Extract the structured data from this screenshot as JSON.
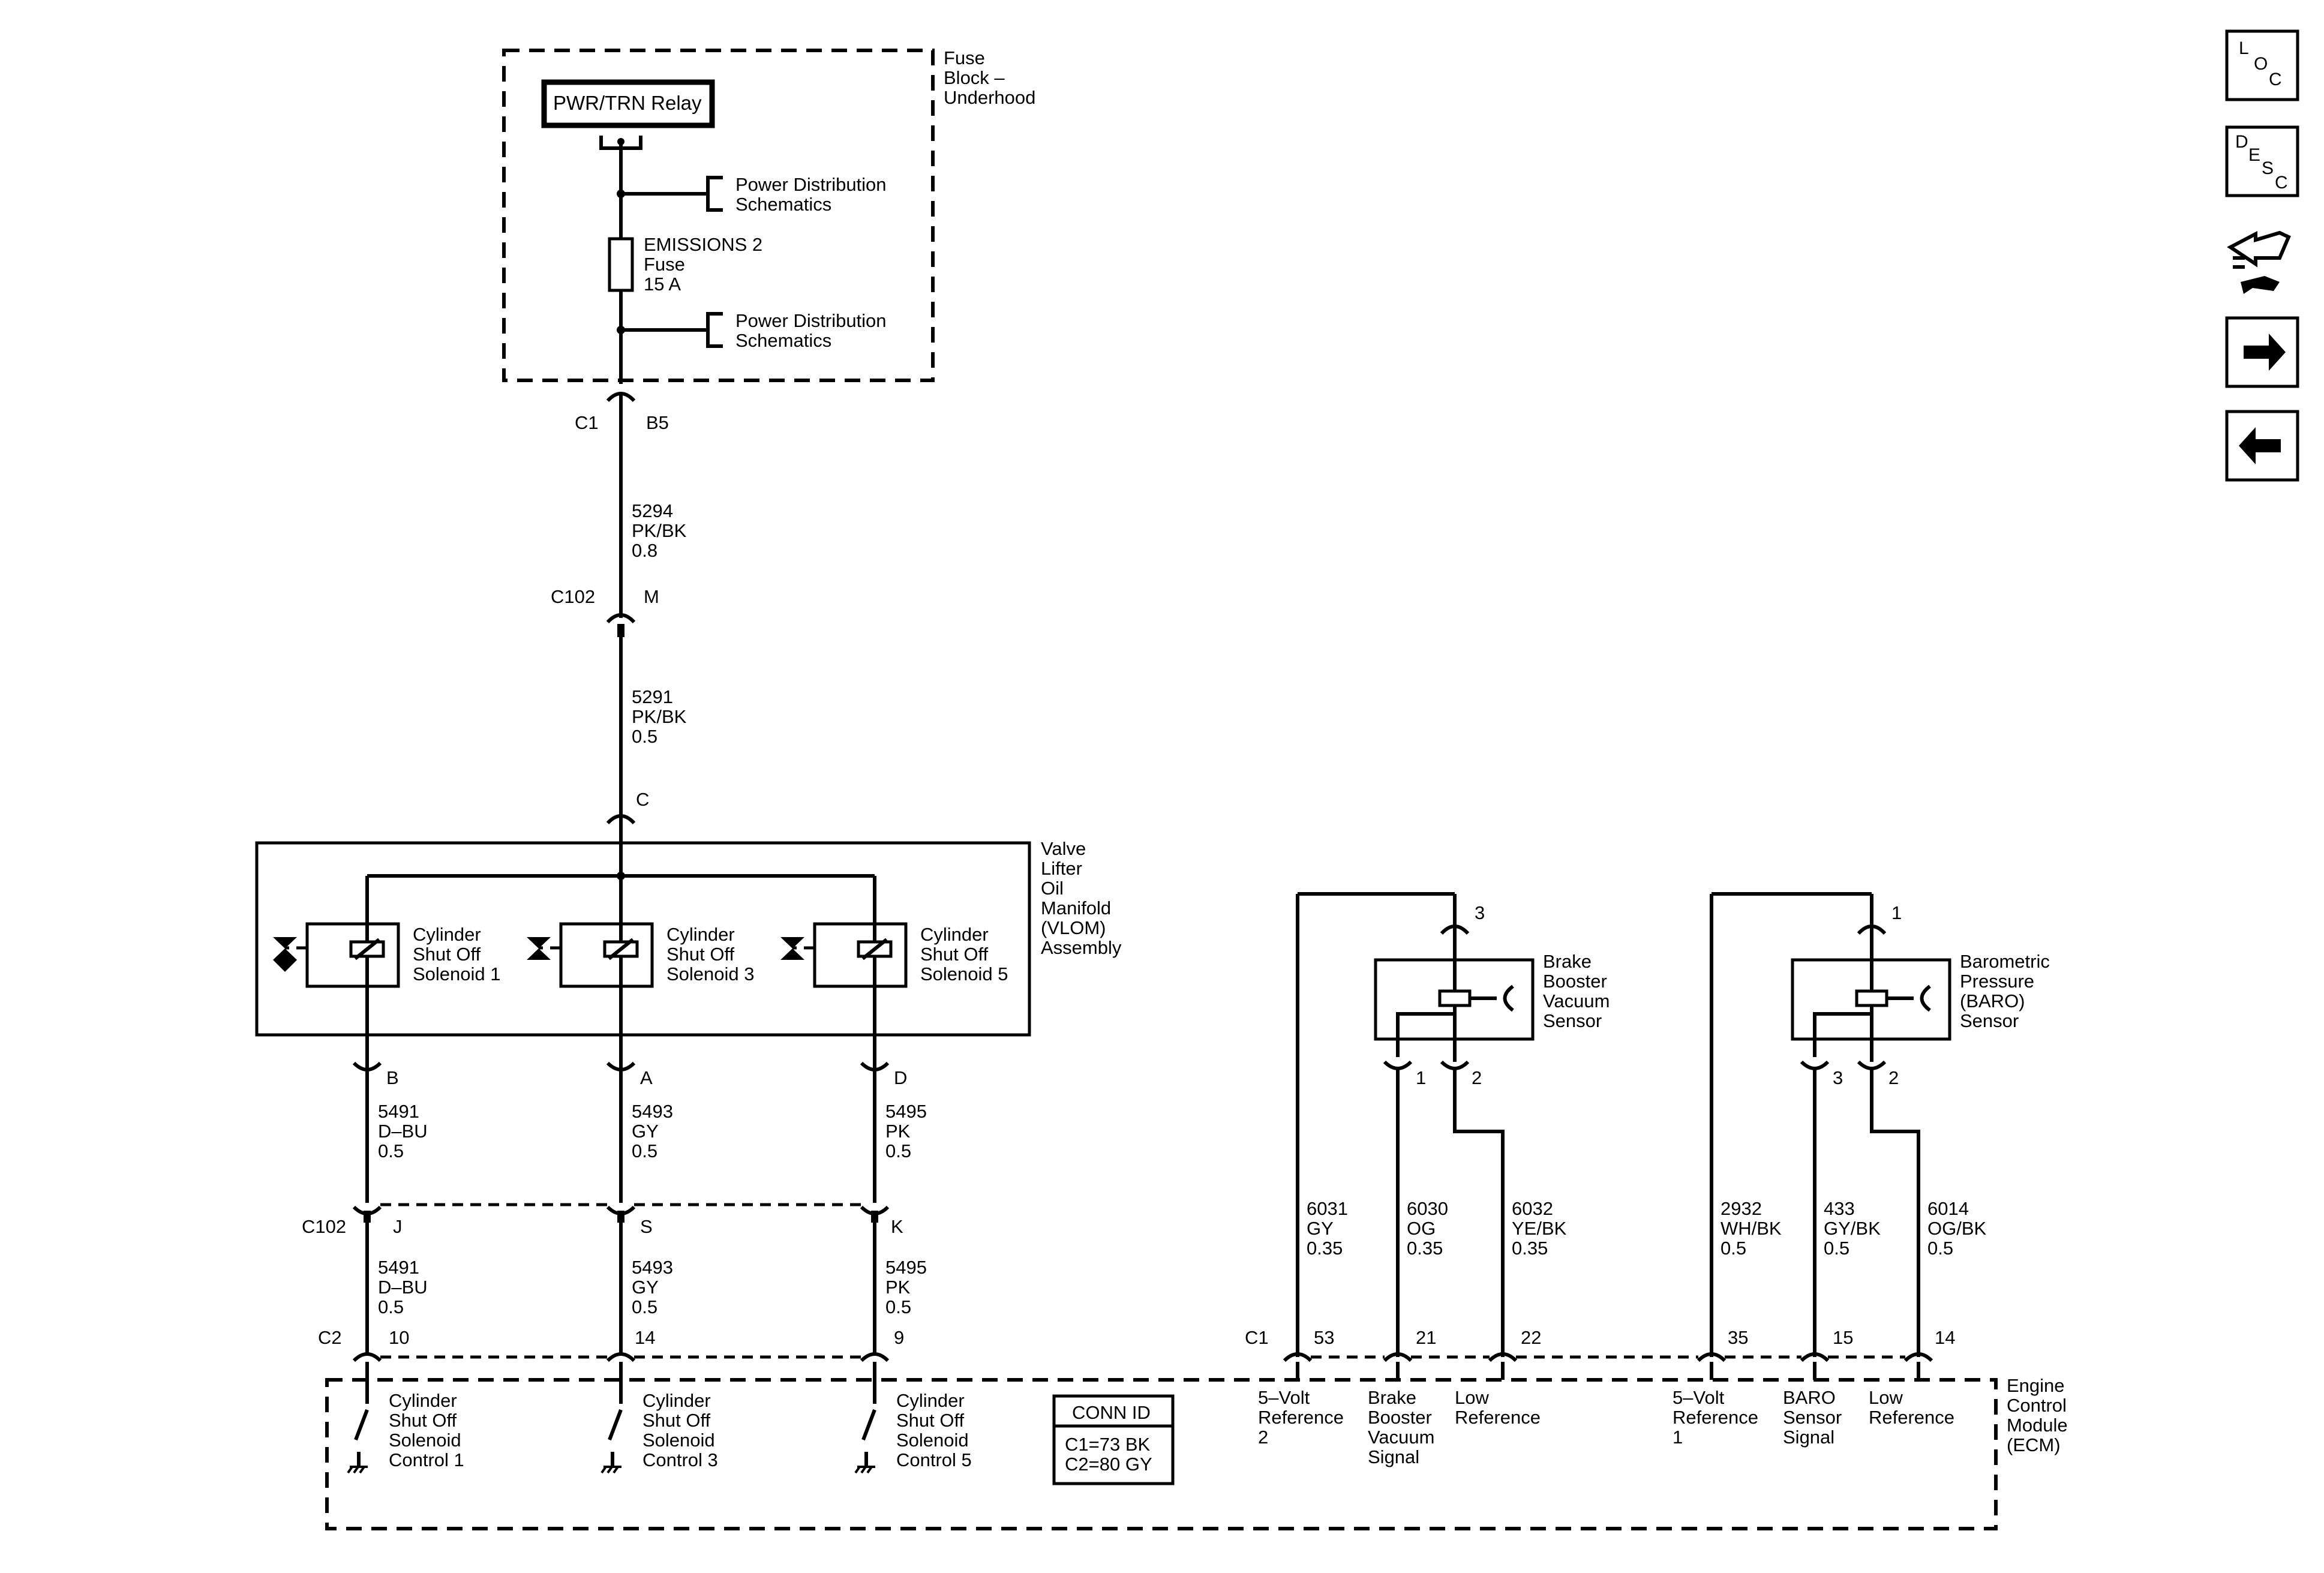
{
  "fuse_block": {
    "title_lines": [
      "Fuse",
      "Block –",
      "Underhood"
    ],
    "relay": "PWR/TRN Relay",
    "power_dist_1": [
      "Power Distribution",
      "Schematics"
    ],
    "fuse_lines": [
      "EMISSIONS 2",
      "Fuse",
      "15 A"
    ],
    "power_dist_2": [
      "Power Distribution",
      "Schematics"
    ]
  },
  "connectors": {
    "c1_b5": {
      "conn": "C1",
      "pin": "B5"
    },
    "c102_m": {
      "conn": "C102",
      "pin": "M"
    },
    "vlom_c": {
      "pin": "C"
    }
  },
  "wires": {
    "w5294": [
      "5294",
      "PK/BK",
      "0.8"
    ],
    "w5291": [
      "5291",
      "PK/BK",
      "0.5"
    ],
    "w5491a": [
      "5491",
      "D–BU",
      "0.5"
    ],
    "w5493a": [
      "5493",
      "GY",
      "0.5"
    ],
    "w5495a": [
      "5495",
      "PK",
      "0.5"
    ],
    "w5491b": [
      "5491",
      "D–BU",
      "0.5"
    ],
    "w5493b": [
      "5493",
      "GY",
      "0.5"
    ],
    "w5495b": [
      "5495",
      "PK",
      "0.5"
    ],
    "w6031": [
      "6031",
      "GY",
      "0.35"
    ],
    "w6030": [
      "6030",
      "OG",
      "0.35"
    ],
    "w6032": [
      "6032",
      "YE/BK",
      "0.35"
    ],
    "w2932": [
      "2932",
      "WH/BK",
      "0.5"
    ],
    "w433": [
      "433",
      "GY/BK",
      "0.5"
    ],
    "w6014": [
      "6014",
      "OG/BK",
      "0.5"
    ]
  },
  "vlom": {
    "title_lines": [
      "Valve",
      "Lifter",
      "Oil",
      "Manifold",
      "(VLOM)",
      "Assembly"
    ],
    "sol1": [
      "Cylinder",
      "Shut Off",
      "Solenoid 1"
    ],
    "sol3": [
      "Cylinder",
      "Shut Off",
      "Solenoid 3"
    ],
    "sol5": [
      "Cylinder",
      "Shut Off",
      "Solenoid 5"
    ],
    "pins": [
      "B",
      "A",
      "D"
    ]
  },
  "c102_lower": {
    "conn": "C102",
    "pins": [
      "J",
      "S",
      "K"
    ]
  },
  "ecm_c2": {
    "conn": "C2",
    "pins": [
      "10",
      "14",
      "9"
    ]
  },
  "ecm": {
    "title_lines": [
      "Engine",
      "Control",
      "Module",
      "(ECM)"
    ],
    "ctrl1": [
      "Cylinder",
      "Shut Off",
      "Solenoid",
      "Control 1"
    ],
    "ctrl3": [
      "Cylinder",
      "Shut Off",
      "Solenoid",
      "Control 3"
    ],
    "ctrl5": [
      "Cylinder",
      "Shut Off",
      "Solenoid",
      "Control 5"
    ],
    "conn_id_title": "CONN ID",
    "conn_id_lines": [
      "C1=73 BK",
      "C2=80 GY"
    ],
    "c1_label": "C1",
    "c1_pins": [
      "53",
      "21",
      "22",
      "35",
      "15",
      "14"
    ],
    "fn_5v_ref2": [
      "5–Volt",
      "Reference",
      "2"
    ],
    "fn_bbv_signal": [
      "Brake",
      "Booster",
      "Vacuum",
      "Signal"
    ],
    "fn_low_ref_a": [
      "Low",
      "Reference"
    ],
    "fn_5v_ref1": [
      "5–Volt",
      "Reference",
      "1"
    ],
    "fn_baro_signal": [
      "BARO",
      "Sensor",
      "Signal"
    ],
    "fn_low_ref_b": [
      "Low",
      "Reference"
    ]
  },
  "brake_sensor": {
    "title_lines": [
      "Brake",
      "Booster",
      "Vacuum",
      "Sensor"
    ],
    "pins": [
      "3",
      "1",
      "2"
    ]
  },
  "baro_sensor": {
    "title_lines": [
      "Barometric",
      "Pressure",
      "(BARO)",
      "Sensor"
    ],
    "pins": [
      "1",
      "3",
      "2"
    ]
  },
  "nav": {
    "loc": [
      "L",
      "O",
      "C"
    ],
    "desc": [
      "D",
      "E",
      "S",
      "C"
    ]
  }
}
